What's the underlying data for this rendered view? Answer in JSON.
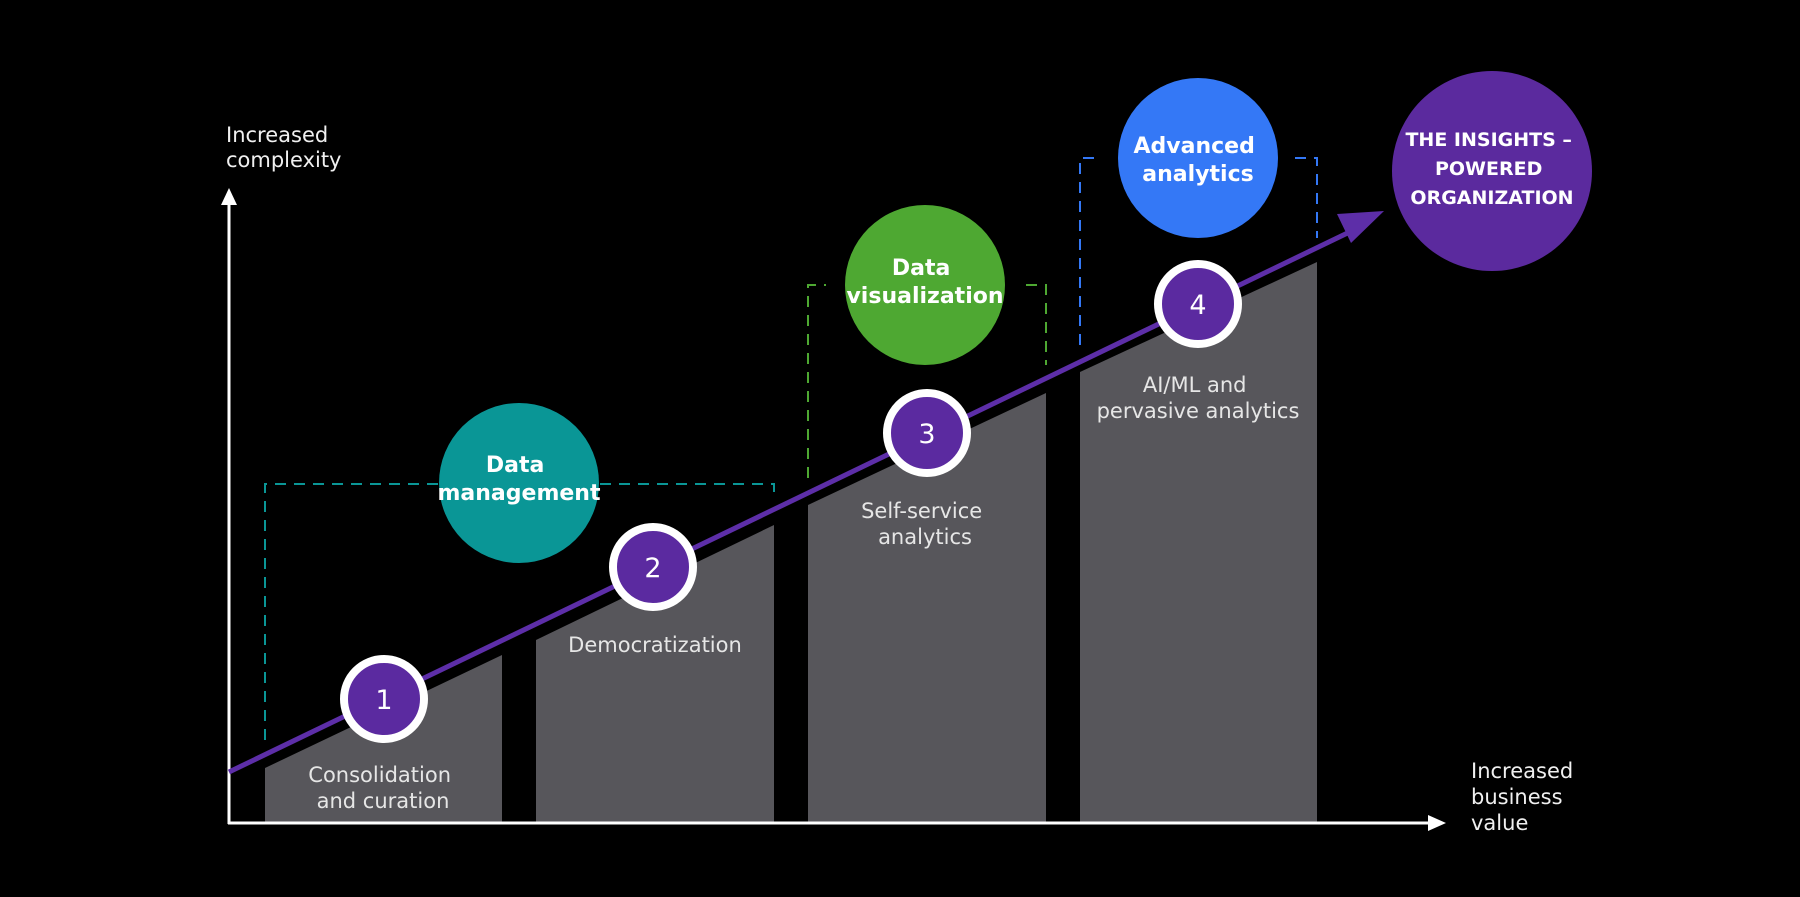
{
  "axes": {
    "y_label": [
      "Increased",
      "complexity"
    ],
    "x_label": [
      "Increased",
      "business",
      "value"
    ]
  },
  "steps": [
    {
      "number": "1",
      "label": [
        "Consolidation",
        "and curation"
      ]
    },
    {
      "number": "2",
      "label": [
        "Democratization"
      ]
    },
    {
      "number": "3",
      "label": [
        "Self-service",
        "analytics"
      ]
    },
    {
      "number": "4",
      "label": [
        "AI/ML and",
        "pervasive analytics"
      ]
    }
  ],
  "capabilities": [
    {
      "label": [
        "Data",
        "management"
      ],
      "color": "#0a9696"
    },
    {
      "label": [
        "Data",
        "visualization"
      ],
      "color": "#4ea832"
    },
    {
      "label": [
        "Advanced",
        "analytics"
      ],
      "color": "#3478f6"
    }
  ],
  "goal": {
    "label": [
      "THE INSIGHTS –",
      "POWERED",
      "ORGANIZATION"
    ],
    "color": "#5b2a9e"
  },
  "colors": {
    "background": "#000000",
    "step_block": "#57565b",
    "trend_line": "#5d2ea8",
    "step_badge": "#5b2aa0",
    "badge_ring": "#ffffff",
    "axis": "#ffffff",
    "bracket_teal": "#0a9696",
    "bracket_green": "#4ea832",
    "bracket_blue": "#3478f6"
  }
}
